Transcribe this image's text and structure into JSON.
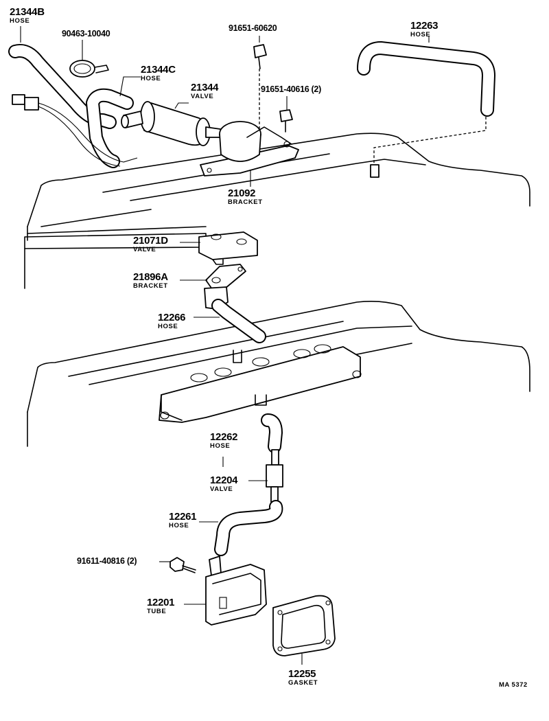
{
  "parts": [
    {
      "id": "p21344B",
      "number": "21344B",
      "name": "HOSE"
    },
    {
      "id": "p90463",
      "number": "90463-10040",
      "name": ""
    },
    {
      "id": "p21344C",
      "number": "21344C",
      "name": "HOSE"
    },
    {
      "id": "p21344",
      "number": "21344",
      "name": "VALVE"
    },
    {
      "id": "p91651a",
      "number": "91651-60620",
      "name": ""
    },
    {
      "id": "p91651b",
      "number": "91651-40616 (2)",
      "name": ""
    },
    {
      "id": "p12263",
      "number": "12263",
      "name": "HOSE"
    },
    {
      "id": "p21092",
      "number": "21092",
      "name": "BRACKET"
    },
    {
      "id": "p21071D",
      "number": "21071D",
      "name": "VALVE"
    },
    {
      "id": "p21896A",
      "number": "21896A",
      "name": "BRACKET"
    },
    {
      "id": "p12266",
      "number": "12266",
      "name": "HOSE"
    },
    {
      "id": "p12262",
      "number": "12262",
      "name": "HOSE"
    },
    {
      "id": "p12204",
      "number": "12204",
      "name": "VALVE"
    },
    {
      "id": "p12261",
      "number": "12261",
      "name": "HOSE"
    },
    {
      "id": "p91611",
      "number": "91611-40816 (2)",
      "name": ""
    },
    {
      "id": "p12201",
      "number": "12201",
      "name": "TUBE"
    },
    {
      "id": "p12255",
      "number": "12255",
      "name": "GASKET"
    }
  ],
  "reference_code": "MA  5372"
}
